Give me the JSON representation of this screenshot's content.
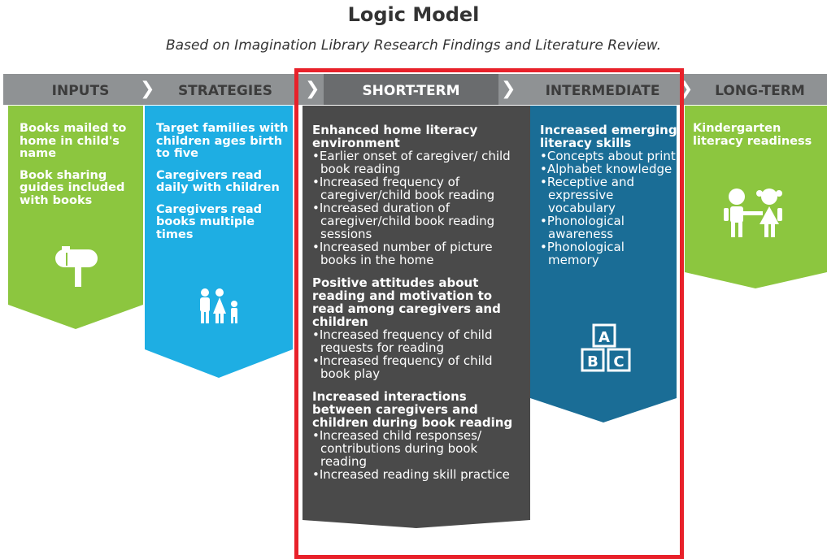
{
  "title": "Logic Model",
  "subtitle": "Based on Imagination Library Research Findings and Literature Review.",
  "colors": {
    "header_bar": "#8f9294",
    "inputs": "#8cc63f",
    "strategies": "#1eaee3",
    "short_term": "#4a4a4a",
    "intermediate": "#1a6d96",
    "long_term": "#8cc63f",
    "highlight": "#e8212a"
  },
  "columns": {
    "inputs": {
      "header": "INPUTS",
      "items": [
        "Books mailed to home in child's name",
        "Book sharing guides included with books"
      ],
      "icon": "mailbox-icon"
    },
    "strategies": {
      "header": "STRATEGIES",
      "items": [
        "Target families with children ages birth to five",
        "Caregivers read daily with children",
        "Caregivers read books multiple times"
      ],
      "icon": "family-icon"
    },
    "short_term": {
      "header": "SHORT-TERM",
      "sections": [
        {
          "heading": "Enhanced home literacy environment",
          "bullets": [
            "Earlier onset of caregiver/ child book reading",
            "Increased frequency of caregiver/child book reading",
            "Increased duration of caregiver/child book reading sessions",
            "Increased number of picture books in the home"
          ]
        },
        {
          "heading": "Positive attitudes about reading and motivation to read among caregivers and children",
          "bullets": [
            "Increased frequency of child requests for reading",
            "Increased frequency of child book play"
          ]
        },
        {
          "heading": "Increased interactions between caregivers and children during book reading",
          "bullets": [
            "Increased child responses/ contributions during book reading",
            "Increased reading skill practice"
          ]
        }
      ]
    },
    "intermediate": {
      "header": "INTERMEDIATE",
      "heading": "Increased emerging literacy skills",
      "bullets": [
        "Concepts about print",
        "Alphabet knowledge",
        "Receptive and expressive vocabulary",
        "Phonological awareness",
        "Phonological memory"
      ],
      "icon": "abc-blocks-icon",
      "block_letters": [
        "A",
        "B",
        "C"
      ]
    },
    "long_term": {
      "header": "LONG-TERM",
      "items": [
        "Kindergarten literacy readiness"
      ],
      "icon": "children-icon"
    }
  }
}
